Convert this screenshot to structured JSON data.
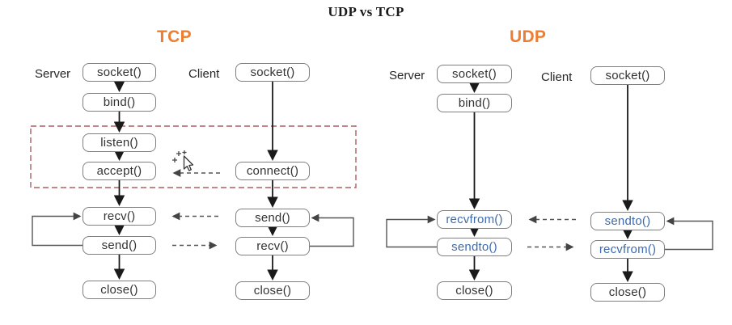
{
  "title": "UDP vs TCP",
  "colors": {
    "accent-orange": "#ED7D31",
    "function-blue": "#3E6BAD",
    "highlight-red": "#AE5F5F",
    "box-border": "#7F7F7F",
    "arrow-dark": "#1A1A1A",
    "arrow-gray": "#555555",
    "text-dark": "#333333"
  },
  "icons": {
    "move_cursor": "move-cursor-icon"
  },
  "tcp": {
    "heading": "TCP",
    "server": {
      "label": "Server",
      "steps": [
        "socket()",
        "bind()",
        "listen()",
        "accept()",
        "recv()",
        "send()",
        "close()"
      ]
    },
    "client": {
      "label": "Client",
      "steps": [
        "socket()",
        "connect()",
        "send()",
        "recv()",
        "close()"
      ]
    }
  },
  "udp": {
    "heading": "UDP",
    "server": {
      "label": "Server",
      "steps": [
        "socket()",
        "bind()",
        "recvfrom()",
        "sendto()",
        "close()"
      ]
    },
    "client": {
      "label": "Client",
      "steps": [
        "socket()",
        "sendto()",
        "recvfrom()",
        "close()"
      ]
    }
  }
}
